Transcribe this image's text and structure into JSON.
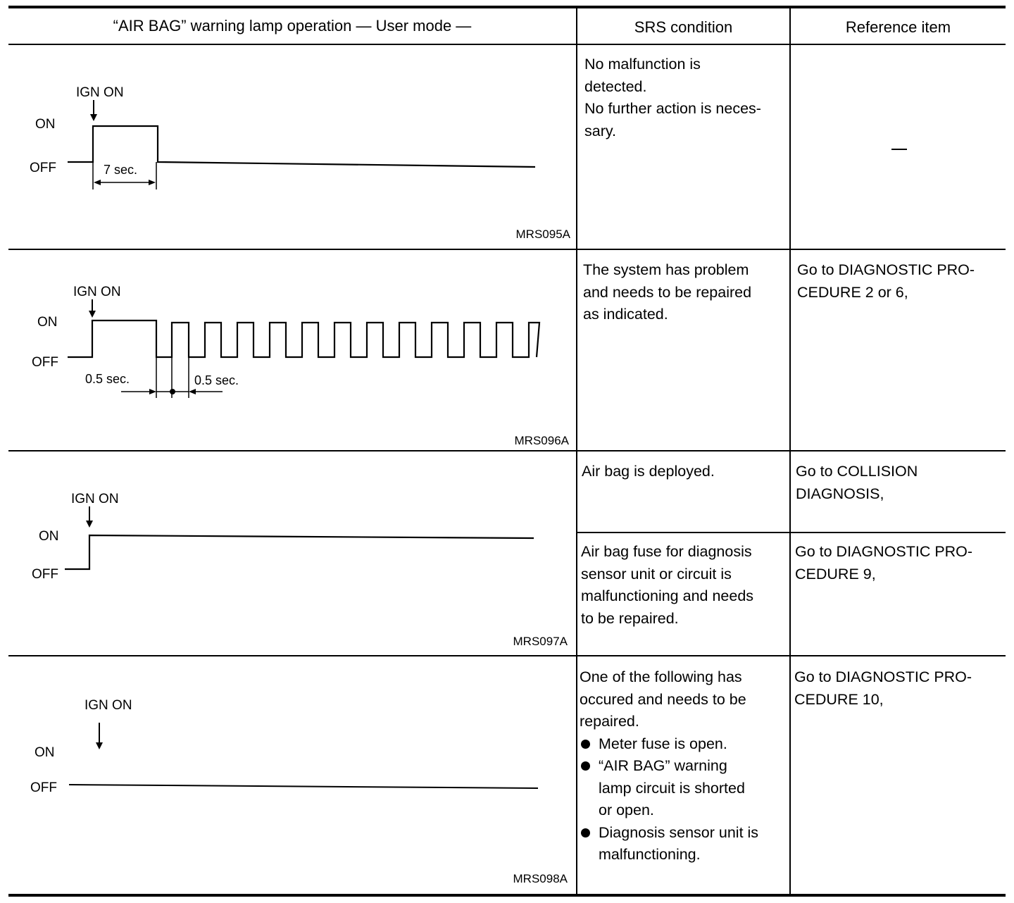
{
  "header": {
    "col_operation": "“AIR BAG” warning lamp operation — User mode —",
    "col_condition": "SRS condition",
    "col_reference": "Reference item"
  },
  "rows": [
    {
      "diagram": {
        "ign_label": "IGN ON",
        "on_label": "ON",
        "off_label": "OFF",
        "time_label": "7 sec.",
        "figure_code": "MRS095A"
      },
      "condition": [
        "No malfunction is",
        "detected.",
        "No further action is neces-",
        "sary."
      ],
      "reference": "—"
    },
    {
      "diagram": {
        "ign_label": "IGN ON",
        "on_label": "ON",
        "off_label": "OFF",
        "time_label_left": "0.5 sec.",
        "time_label_right": "0.5 sec.",
        "figure_code": "MRS096A"
      },
      "condition": [
        "The system has problem",
        "and needs to be repaired",
        "as indicated."
      ],
      "reference": [
        "Go to DIAGNOSTIC PRO-",
        "CEDURE 2 or 6,"
      ]
    },
    {
      "diagram": {
        "ign_label": "IGN ON",
        "on_label": "ON",
        "off_label": "OFF",
        "figure_code": "MRS097A"
      },
      "sub": [
        {
          "condition": [
            "Air bag is deployed."
          ],
          "reference": [
            "Go to COLLISION",
            "DIAGNOSIS,"
          ]
        },
        {
          "condition": [
            "Air bag fuse for diagnosis",
            "sensor unit or circuit is",
            "malfunctioning and needs",
            "to be repaired."
          ],
          "reference": [
            "Go to DIAGNOSTIC PRO-",
            "CEDURE 9,"
          ]
        }
      ]
    },
    {
      "diagram": {
        "ign_label": "IGN ON",
        "on_label": "ON",
        "off_label": "OFF",
        "figure_code": "MRS098A"
      },
      "condition_intro": [
        "One of the following has",
        "occured and needs to be",
        "repaired."
      ],
      "bullets": [
        [
          "Meter fuse is open."
        ],
        [
          "“AIR BAG” warning",
          "lamp circuit is shorted",
          "or open."
        ],
        [
          "Diagnosis sensor unit is",
          "malfunctioning."
        ]
      ],
      "reference": [
        "Go to DIAGNOSTIC PRO-",
        "CEDURE 10,"
      ]
    }
  ]
}
